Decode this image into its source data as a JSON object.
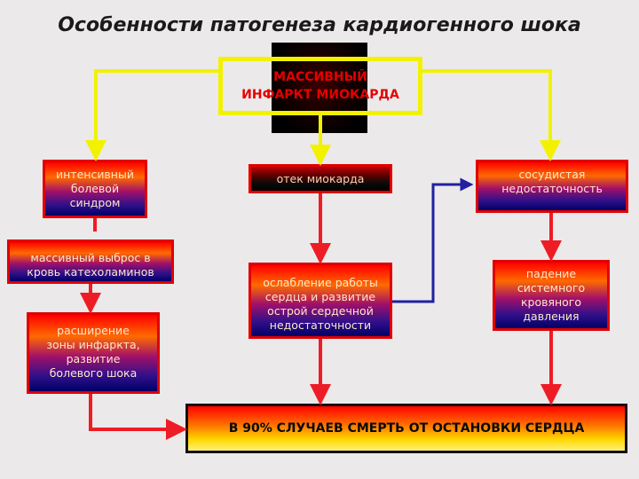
{
  "title": "Особенности патогенеза кардиогенного шока",
  "nodes": {
    "mi": [
      "МАССИВНЫЙ",
      "ИНФАРКТ МИОКАРДА"
    ],
    "pain": [
      "интенсивный",
      "болевой",
      "синдром"
    ],
    "catechol": [
      "массивный выброс в",
      "кровь катехоламинов"
    ],
    "expansion": [
      "расширение",
      "зоны инфаркта,",
      "развитие",
      "болевого шока"
    ],
    "edema": [
      "отек миокарда"
    ],
    "weakening": [
      "ослабление работы",
      "сердца  и  развитие",
      "острой  сердечной",
      "недостаточности"
    ],
    "vascular": [
      "сосудистая",
      "недостаточность"
    ],
    "pressure": [
      "падение",
      "системного",
      "кровяного",
      "давления"
    ],
    "outcome": [
      "В 90% СЛУЧАЕВ СМЕРТЬ ОТ ОСТАНОВКИ СЕРДЦА"
    ]
  },
  "colors": {
    "connector_red": "#ee1c25",
    "connector_yellow": "#f2f200",
    "border_red": "#e00000"
  }
}
